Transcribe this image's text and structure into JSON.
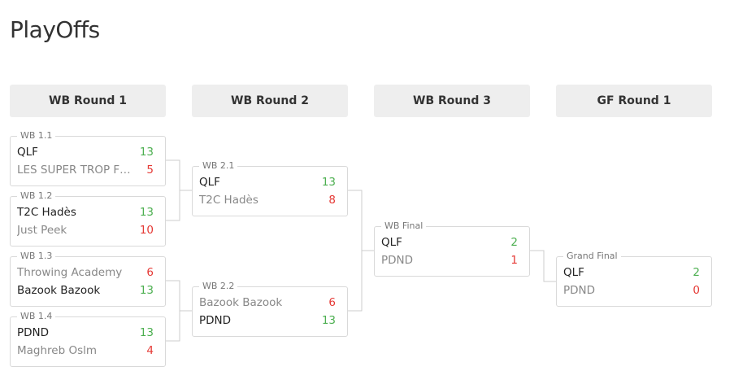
{
  "page": {
    "title": "PlayOffs"
  },
  "rounds": [
    {
      "label": "WB Round 1"
    },
    {
      "label": "WB Round 2"
    },
    {
      "label": "WB Round 3"
    },
    {
      "label": "GF Round 1"
    }
  ],
  "matches": [
    {
      "label": "WB 1.1",
      "teams": [
        {
          "name": "QLF",
          "score": "13",
          "winner": true
        },
        {
          "name": "LES SUPER TROP FORTS",
          "score": "5",
          "winner": false
        }
      ]
    },
    {
      "label": "WB 1.2",
      "teams": [
        {
          "name": "T2C Hadès",
          "score": "13",
          "winner": true
        },
        {
          "name": "Just Peek",
          "score": "10",
          "winner": false
        }
      ]
    },
    {
      "label": "WB 1.3",
      "teams": [
        {
          "name": "Throwing Academy",
          "score": "6",
          "winner": false
        },
        {
          "name": "Bazook Bazook",
          "score": "13",
          "winner": true
        }
      ]
    },
    {
      "label": "WB 1.4",
      "teams": [
        {
          "name": "PDND",
          "score": "13",
          "winner": true
        },
        {
          "name": "Maghreb Oslm",
          "score": "4",
          "winner": false
        }
      ]
    },
    {
      "label": "WB 2.1",
      "teams": [
        {
          "name": "QLF",
          "score": "13",
          "winner": true
        },
        {
          "name": "T2C Hadès",
          "score": "8",
          "winner": false
        }
      ]
    },
    {
      "label": "WB 2.2",
      "teams": [
        {
          "name": "Bazook Bazook",
          "score": "6",
          "winner": false
        },
        {
          "name": "PDND",
          "score": "13",
          "winner": true
        }
      ]
    },
    {
      "label": "WB Final",
      "teams": [
        {
          "name": "QLF",
          "score": "2",
          "winner": true
        },
        {
          "name": "PDND",
          "score": "1",
          "winner": false
        }
      ]
    },
    {
      "label": "Grand Final",
      "teams": [
        {
          "name": "QLF",
          "score": "2",
          "winner": true
        },
        {
          "name": "PDND",
          "score": "0",
          "winner": false
        }
      ]
    }
  ],
  "colors": {
    "win": "#4caf50",
    "lose": "#e53935",
    "header_bg": "#eeeeee"
  }
}
